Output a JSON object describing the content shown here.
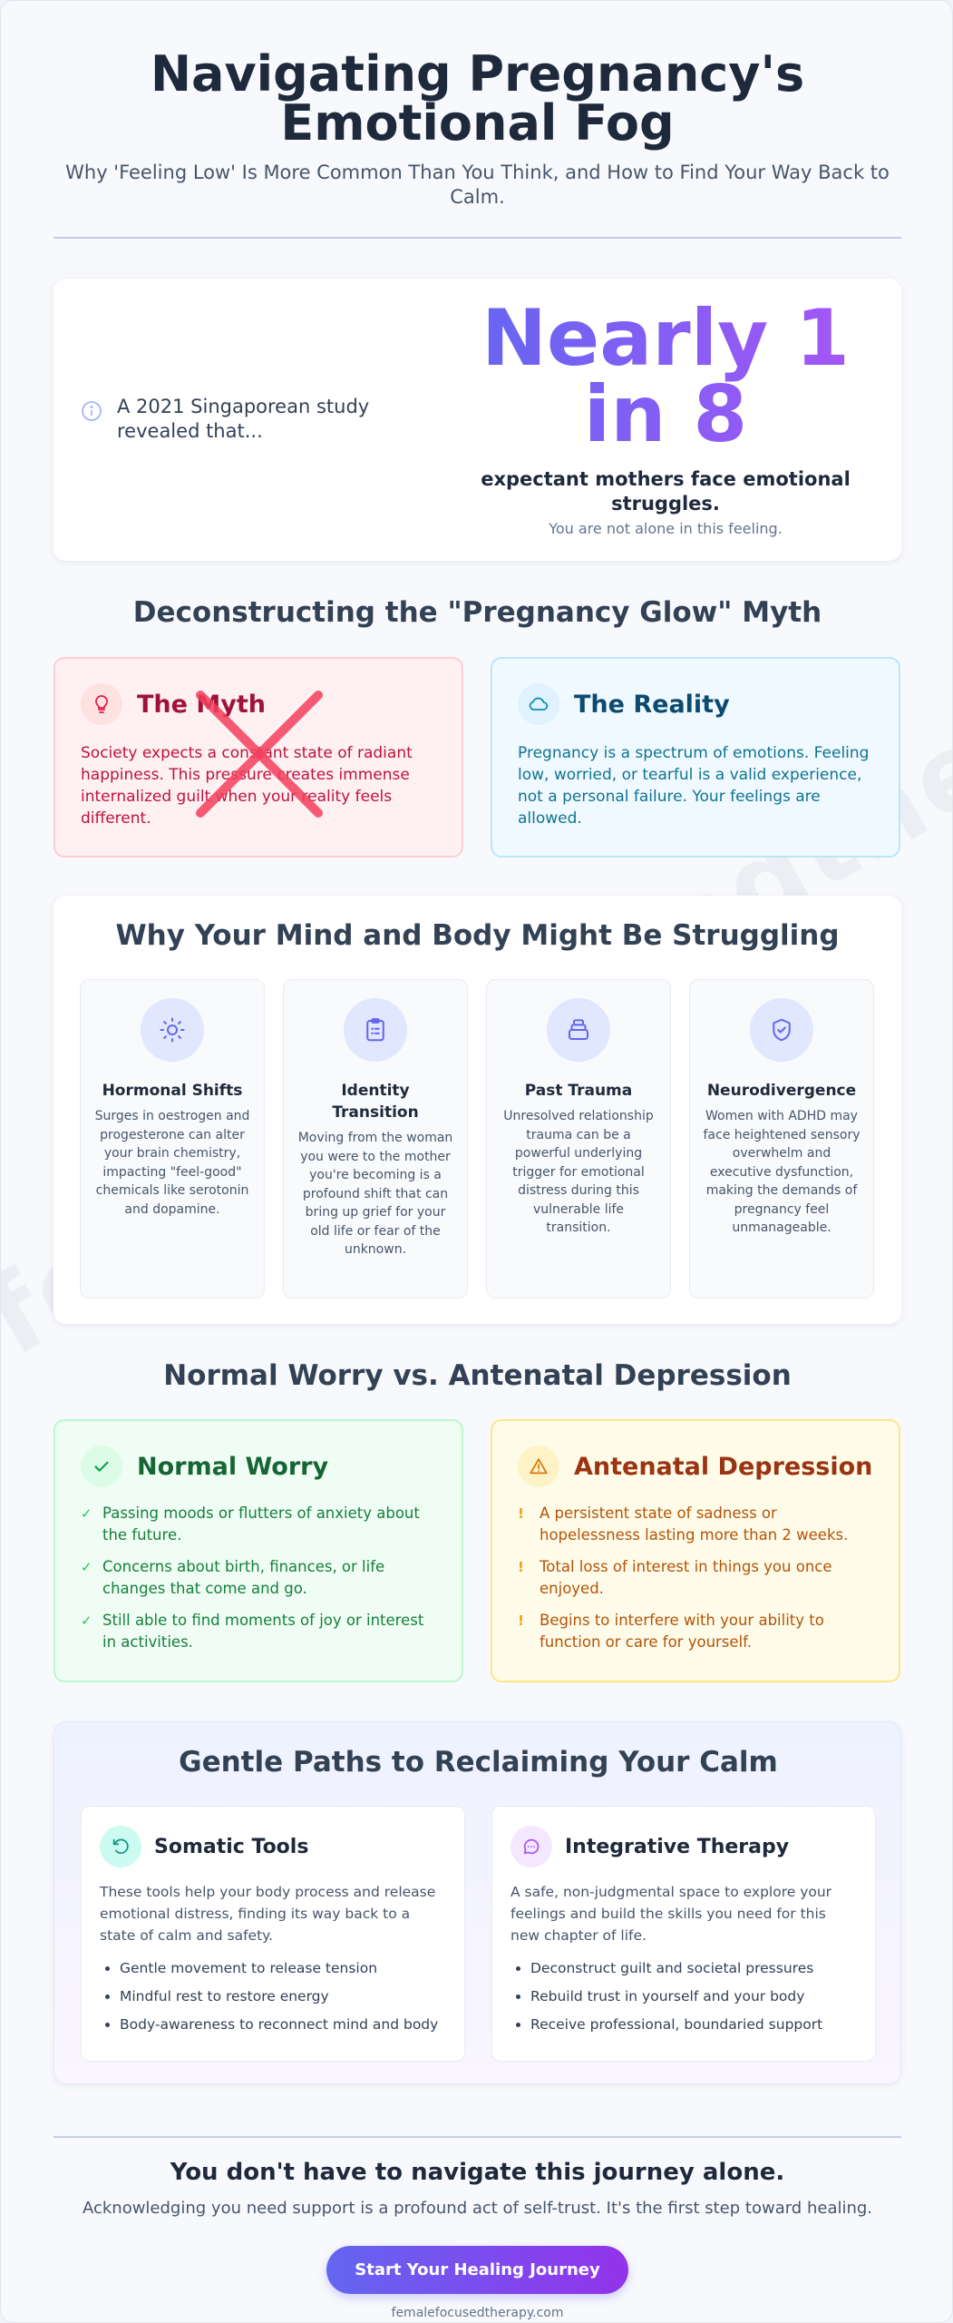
{
  "header": {
    "title": "Navigating Pregnancy's Emotional Fog",
    "subtitle": "Why 'Feeling Low' Is More Common Than You Think, and How to Find Your Way Back to Calm."
  },
  "stat": {
    "intro": "A 2021 Singaporean study revealed that...",
    "big": "Nearly 1 in 8",
    "description": "expectant mothers face emotional struggles.",
    "note": "You are not alone in this feeling.",
    "icon": "info-icon"
  },
  "myth_section": {
    "title": "Deconstructing the \"Pregnancy Glow\" Myth",
    "myth": {
      "title": "The Myth",
      "text": "Society expects a constant state of radiant happiness. This pressure creates immense internalized guilt when your reality feels different.",
      "icon": "lightbulb-icon"
    },
    "reality": {
      "title": "The Reality",
      "text": "Pregnancy is a spectrum of emotions. Feeling low, worried, or tearful is a valid experience, not a personal failure. Your feelings are allowed.",
      "icon": "cloud-icon"
    }
  },
  "struggle": {
    "title": "Why Your Mind and Body Might Be Struggling",
    "factors": [
      {
        "title": "Hormonal Shifts",
        "text": "Surges in oestrogen and progesterone can alter your brain chemistry, impacting \"feel-good\" chemicals like serotonin and dopamine.",
        "icon": "sun-icon"
      },
      {
        "title": "Identity Transition",
        "text": "Moving from the woman you were to the mother you're becoming is a profound shift that can bring up grief for your old life or fear of the unknown.",
        "icon": "clipboard-icon"
      },
      {
        "title": "Past Trauma",
        "text": "Unresolved relationship trauma can be a powerful underlying trigger for emotional distress during this vulnerable life transition.",
        "icon": "layers-icon"
      },
      {
        "title": "Neurodivergence",
        "text": "Women with ADHD may face heightened sensory overwhelm and executive dysfunction, making the demands of pregnancy feel unmanageable.",
        "icon": "shield-check-icon"
      }
    ]
  },
  "comparison": {
    "title": "Normal Worry vs. Antenatal Depression",
    "normal": {
      "title": "Normal Worry",
      "mark": "✓",
      "items": [
        "Passing moods or flutters of anxiety about the future.",
        "Concerns about birth, finances, or life changes that come and go.",
        "Still able to find moments of joy or interest in activities."
      ]
    },
    "antenatal": {
      "title": "Antenatal Depression",
      "mark": "!",
      "items": [
        "A persistent state of sadness or hopelessness lasting more than 2 weeks.",
        "Total loss of interest in things you once enjoyed.",
        "Begins to interfere with your ability to function or care for yourself."
      ]
    }
  },
  "paths": {
    "title": "Gentle Paths to Reclaiming Your Calm",
    "somatic": {
      "title": "Somatic Tools",
      "text": "These tools help your body process and release emotional distress, finding its way back to a state of calm and safety.",
      "items": [
        "Gentle movement to release tension",
        "Mindful rest to restore energy",
        "Body-awareness to reconnect mind and body"
      ],
      "icon": "rotate-icon"
    },
    "therapy": {
      "title": "Integrative Therapy",
      "text": "A safe, non-judgmental space to explore your feelings and build the skills you need for this new chapter of life.",
      "items": [
        "Deconstruct guilt and societal pressures",
        "Rebuild trust in yourself and your body",
        "Receive professional, boundaried support"
      ],
      "icon": "chat-icon"
    }
  },
  "footer": {
    "title": "You don't have to navigate this journey alone.",
    "text": "Acknowledging you need support is a profound act of self-trust. It's the first step toward healing.",
    "button": "Start Your Healing Journey",
    "site": "femalefocusedtherapy.com"
  },
  "watermark": "femalefocusedtherapy.com",
  "colors": {
    "accent_start": "#6366f1",
    "accent_end": "#a855f7",
    "myth": "#9f1239",
    "reality": "#0c4a6e",
    "normal": "#166534",
    "antenatal": "#9a3412"
  }
}
